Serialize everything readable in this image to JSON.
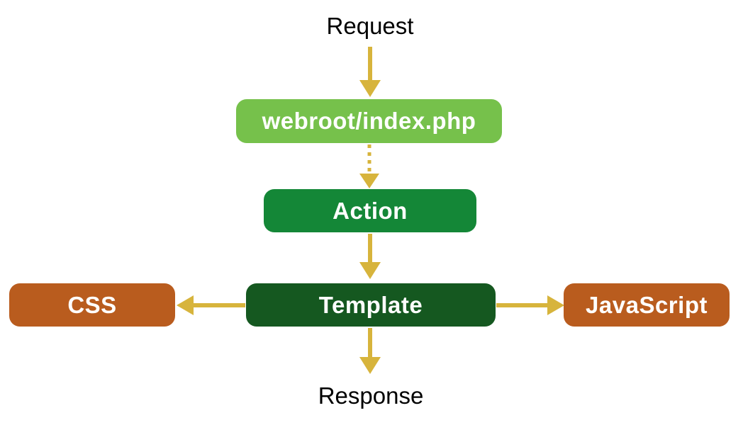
{
  "nodes": {
    "request": {
      "label": "Request"
    },
    "webroot": {
      "label": "webroot/index.php",
      "color": "#76c14b"
    },
    "action": {
      "label": "Action",
      "color": "#148737"
    },
    "template": {
      "label": "Template",
      "color": "#155820"
    },
    "css": {
      "label": "CSS",
      "color": "#b95c1e"
    },
    "javascript": {
      "label": "JavaScript",
      "color": "#b95c1e"
    },
    "response": {
      "label": "Response"
    }
  },
  "edges": [
    {
      "from": "Request",
      "to": "webroot/index.php",
      "style": "solid"
    },
    {
      "from": "webroot/index.php",
      "to": "Action",
      "style": "dotted"
    },
    {
      "from": "Action",
      "to": "Template",
      "style": "solid"
    },
    {
      "from": "Template",
      "to": "CSS",
      "style": "solid"
    },
    {
      "from": "Template",
      "to": "JavaScript",
      "style": "solid"
    },
    {
      "from": "Template",
      "to": "Response",
      "style": "solid"
    }
  ],
  "colors": {
    "arrow": "#d7b43c",
    "light_green": "#76c14b",
    "medium_green": "#148737",
    "dark_green": "#155820",
    "orange": "#b95c1e",
    "box_text": "#ffffff",
    "plain_text": "#000000",
    "background": "#ffffff"
  }
}
